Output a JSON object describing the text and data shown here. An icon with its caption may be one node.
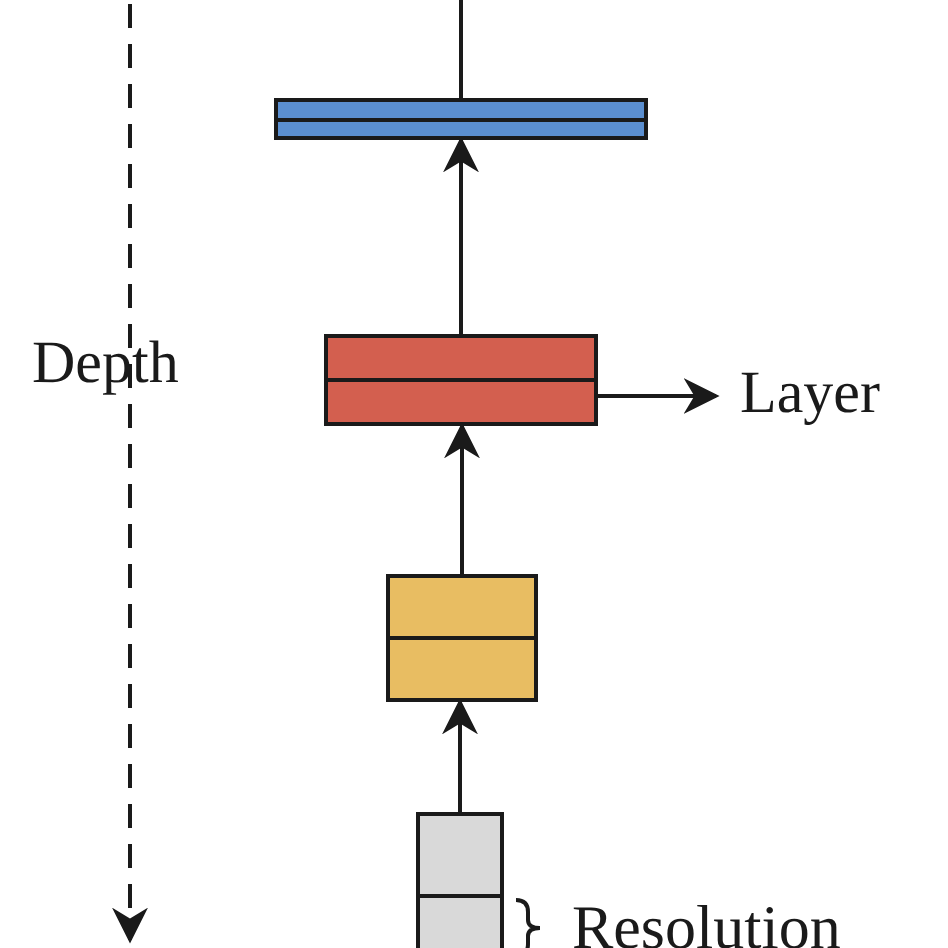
{
  "diagram": {
    "nodes": [
      {
        "text": [],
        "shape": "box"
      },
      {
        "text": [],
        "shape": "box"
      },
      {
        "text": [],
        "shape": "box"
      },
      {
        "text": [],
        "shape": "box"
      },
      {
        "text": [
          "Layer"
        ]
      }
    ],
    "edges": [
      {
        "from": 3,
        "to": 2,
        "arrow": "to"
      },
      {
        "from": 2,
        "to": 1,
        "arrow": "to"
      },
      {
        "from": 1,
        "to": 0,
        "arrow": "to"
      },
      {
        "from": 1,
        "to": 4,
        "arrow": "to"
      },
      {
        "from": 0,
        "to": null,
        "arrow": "none"
      }
    ],
    "labels": [
      "Depth",
      "Resolution"
    ]
  }
}
